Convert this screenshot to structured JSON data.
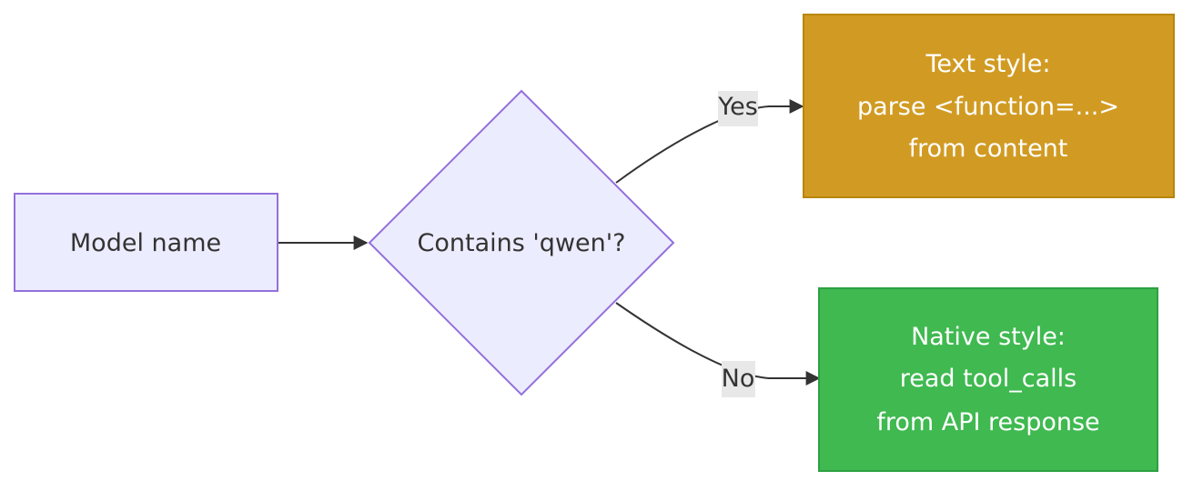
{
  "diagram": {
    "type": "flowchart",
    "nodes": {
      "model_name": {
        "lines": [
          "Model name"
        ],
        "shape": "rectangle",
        "fill": "#ECECFF",
        "stroke": "#9370DB",
        "text_color": "#333333"
      },
      "decision": {
        "lines": [
          "Contains 'qwen'?"
        ],
        "shape": "diamond",
        "fill": "#ECECFF",
        "stroke": "#9370DB",
        "text_color": "#333333"
      },
      "text_style": {
        "lines": [
          "Text style:",
          "parse <function=...>",
          "from content"
        ],
        "shape": "rectangle",
        "fill": "#D19B23",
        "stroke": "#B8860B",
        "text_color": "#FFFFFF"
      },
      "native_style": {
        "lines": [
          "Native style:",
          "read tool_calls",
          "from API response"
        ],
        "shape": "rectangle",
        "fill": "#3FB950",
        "stroke": "#2EA043",
        "text_color": "#FFFFFF"
      }
    },
    "edges": [
      {
        "from": "model_name",
        "to": "decision",
        "label": ""
      },
      {
        "from": "decision",
        "to": "text_style",
        "label": "Yes"
      },
      {
        "from": "decision",
        "to": "native_style",
        "label": "No"
      }
    ],
    "edge_color": "#333333",
    "edge_label_bg": "#E8E8E8"
  }
}
